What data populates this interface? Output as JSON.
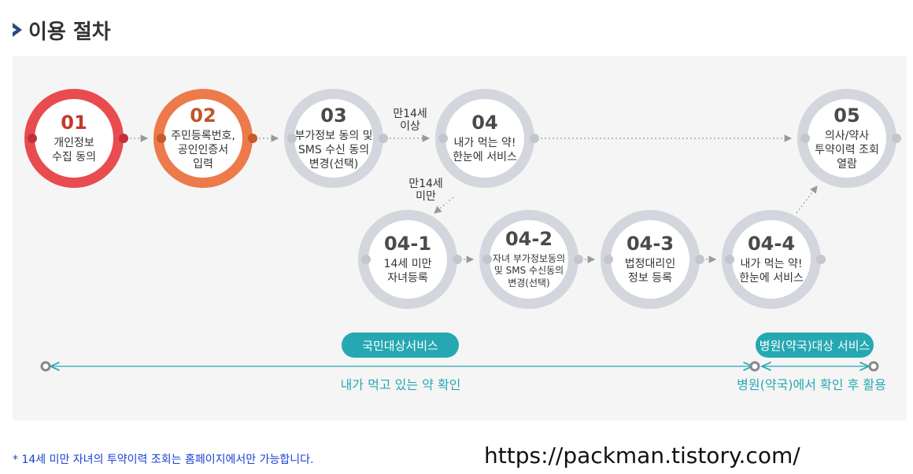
{
  "header": {
    "title": "이용 절차",
    "icon": "chevron-right-icon"
  },
  "steps": [
    {
      "id": "s01",
      "num": "01",
      "label": "개인정보\n수집 동의",
      "ring_color": "#e84c4f",
      "num_color": "#c0392b"
    },
    {
      "id": "s02",
      "num": "02",
      "label": "주민등록번호,\n공인인증서\n입력",
      "ring_color": "#ec7a4b",
      "num_color": "#c0542b"
    },
    {
      "id": "s03",
      "num": "03",
      "label": "부가정보 동의 및\nSMS 수신 동의\n변경(선택)",
      "ring_color": "#d4d6de"
    },
    {
      "id": "s04",
      "num": "04",
      "label": "내가 먹는 약!\n한눈에 서비스",
      "ring_color": "#d4d6de"
    },
    {
      "id": "s05",
      "num": "05",
      "label": "의사/약사\n투약이력 조회\n열람",
      "ring_color": "#d4d6de"
    },
    {
      "id": "s041",
      "num": "04-1",
      "label": "14세 미만\n자녀등록",
      "ring_color": "#d4d6de"
    },
    {
      "id": "s042",
      "num": "04-2",
      "label": "자녀 부가정보동의\n및 SMS 수신동의\n변경(선택)",
      "ring_color": "#d4d6de",
      "small": true
    },
    {
      "id": "s043",
      "num": "04-3",
      "label": "법정대리인\n정보 등록",
      "ring_color": "#d4d6de"
    },
    {
      "id": "s044",
      "num": "04-4",
      "label": "내가 먹는 약!\n한눈에 서비스",
      "ring_color": "#d4d6de"
    }
  ],
  "conditions": {
    "age_over": "만14세\n이상",
    "age_under": "만14세\n미만"
  },
  "scope": {
    "citizen_pill": "국민대상서비스",
    "hospital_pill": "병원(약국)대상 서비스",
    "citizen_label": "내가 먹고 있는 약 확인",
    "hospital_label": "병원(약국)에서 확인 후 활용",
    "line_color": "#26a8b2"
  },
  "footer": {
    "note": "* 14세 미만 자녀의 투약이력 조회는 홈페이지에서만 가능합니다.",
    "watermark": "https://packman.tistory.com/"
  }
}
